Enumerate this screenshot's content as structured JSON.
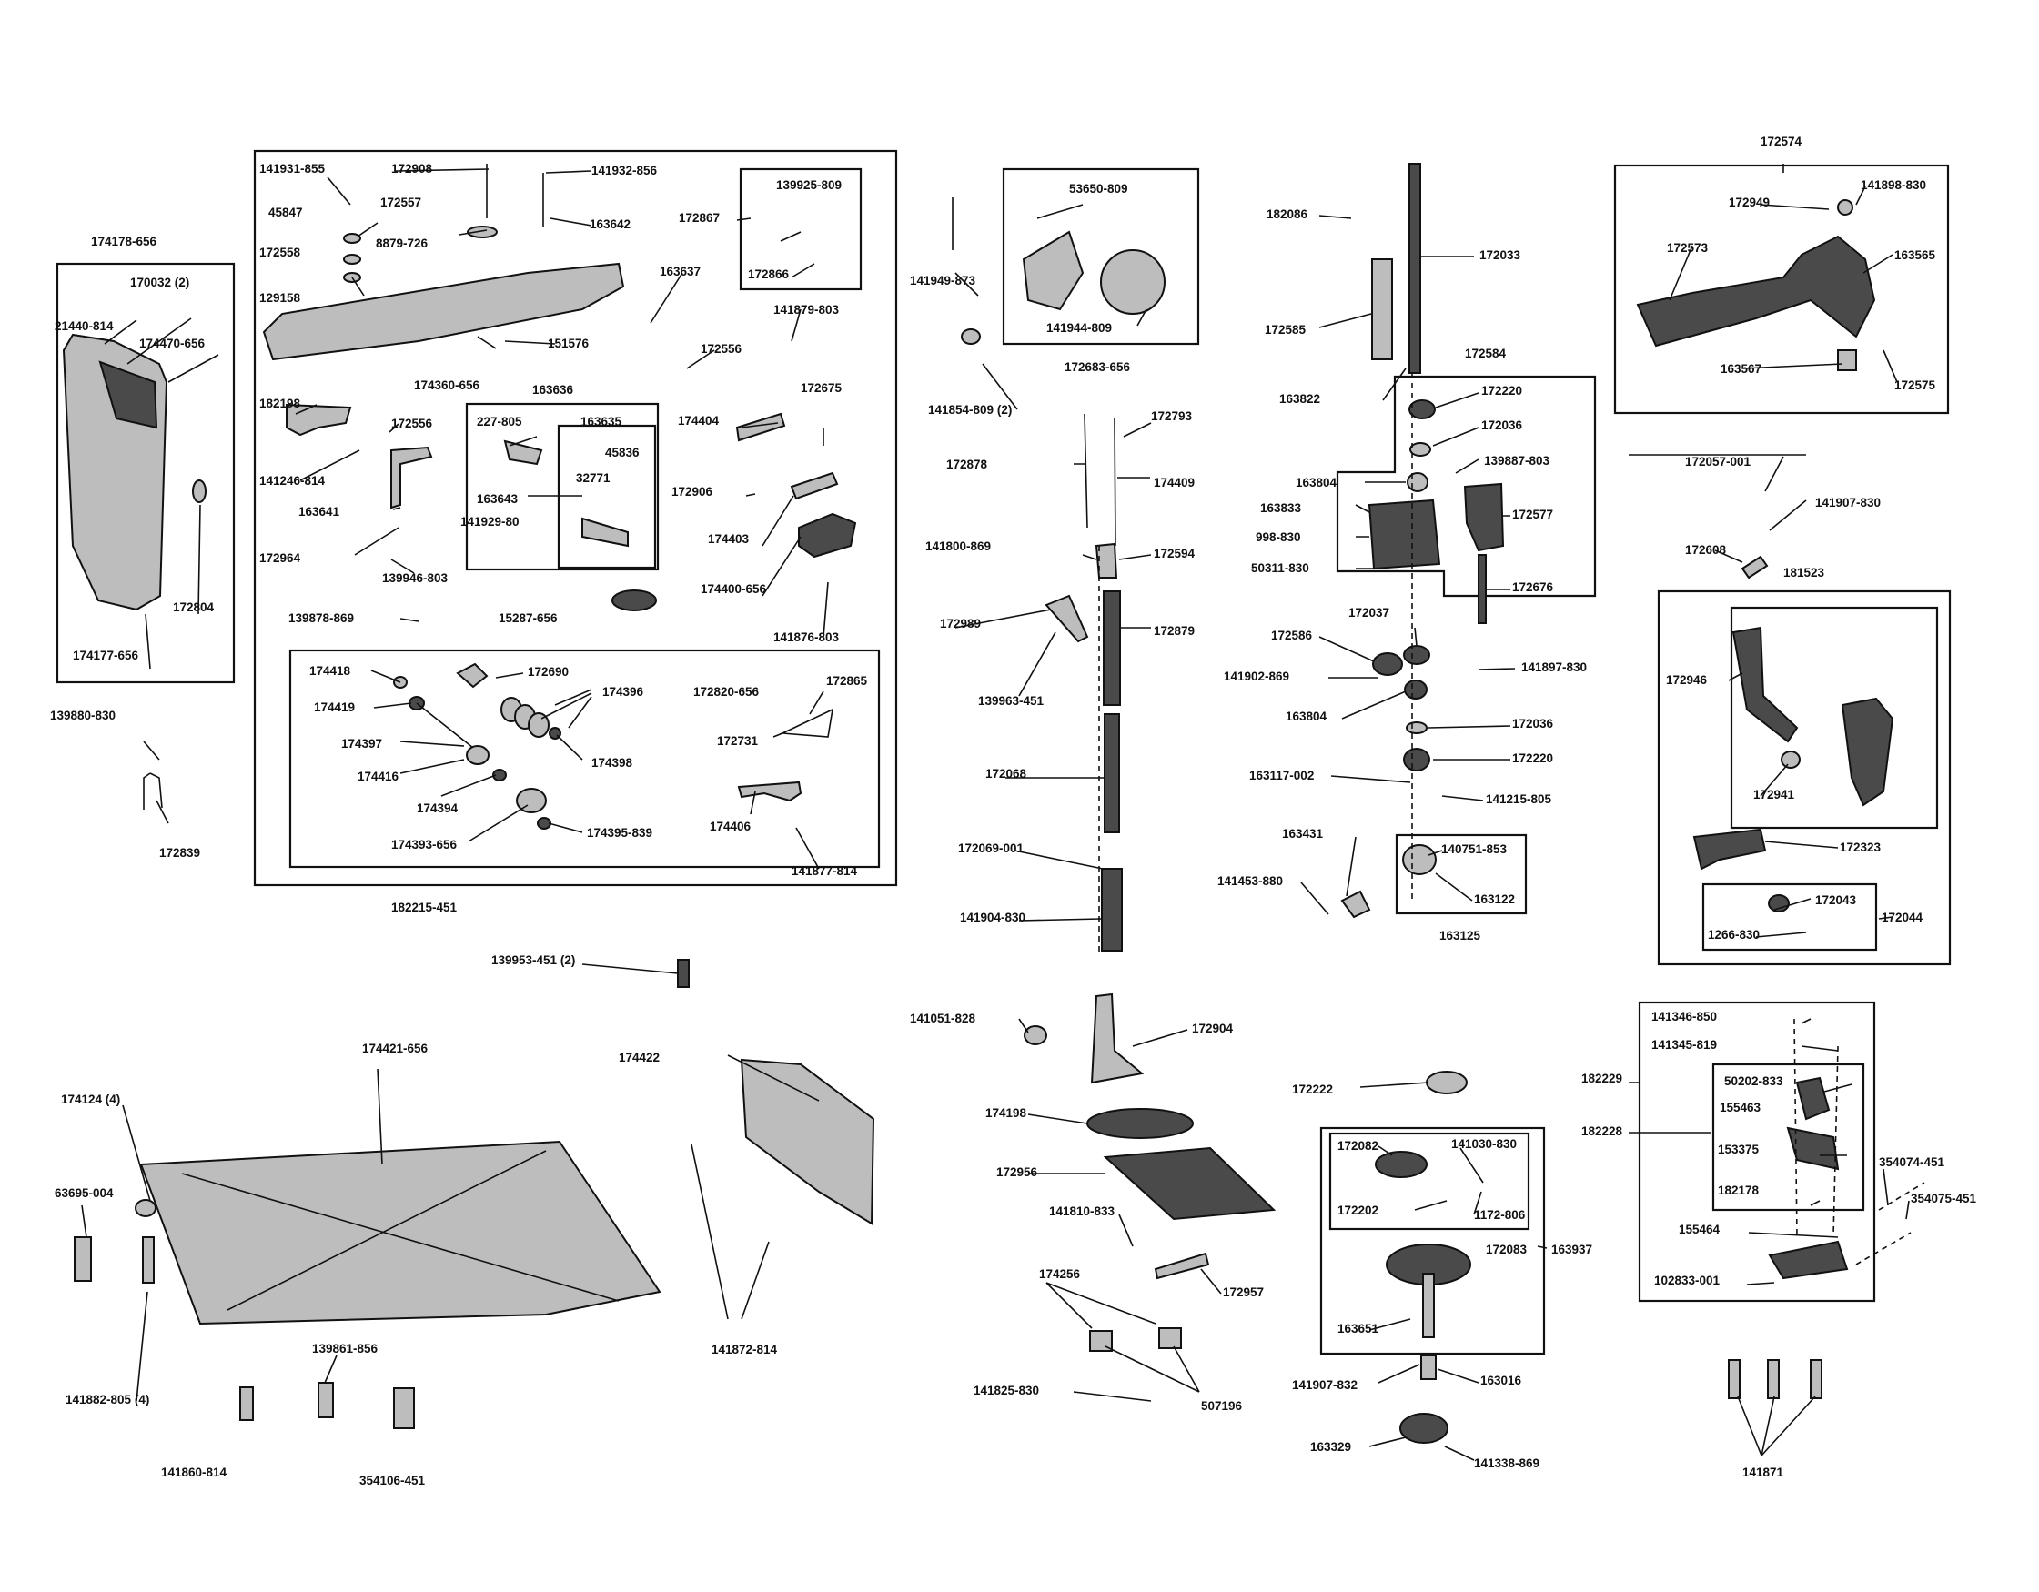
{
  "labels": [
    "174178-656",
    "170032 (2)",
    "21440-814",
    "174470-656",
    "172804",
    "174177-656",
    "139880-830",
    "172839",
    "141931-855",
    "172908",
    "141932-856",
    "45847",
    "172557",
    "172558",
    "8879-726",
    "163642",
    "129158",
    "172867",
    "139925-809",
    "172866",
    "163637",
    "141879-803",
    "151576",
    "172556",
    "174360-656",
    "182198",
    "172556",
    "163636",
    "227-805",
    "163635",
    "45836",
    "32771",
    "163643",
    "174404",
    "172675",
    "141246-814",
    "163641",
    "141929-80",
    "172906",
    "174403",
    "172964",
    "139946-803",
    "174400-656",
    "139878-869",
    "15287-656",
    "141876-803",
    "174418",
    "172690",
    "174396",
    "172820-656",
    "172865",
    "174419",
    "174397",
    "174398",
    "172731",
    "174416",
    "174394",
    "174406",
    "174393-656",
    "174395-839",
    "141877-814",
    "182215-451",
    "139953-451 (2)",
    "141949-873",
    "53650-809",
    "141944-809",
    "172683-656",
    "141854-809 (2)",
    "172878",
    "172793",
    "174409",
    "141800-869",
    "172594",
    "172989",
    "172879",
    "139963-451",
    "172068",
    "172069-001",
    "141904-830",
    "182086",
    "172033",
    "172585",
    "163822",
    "172584",
    "172220",
    "172036",
    "139887-803",
    "163804",
    "163833",
    "998-830",
    "172577",
    "50311-830",
    "172676",
    "172037",
    "172586",
    "141897-830",
    "141902-869",
    "163804",
    "172036",
    "172220",
    "163117-002",
    "141215-805",
    "163431",
    "140751-853",
    "141453-880",
    "163122",
    "163125",
    "172574",
    "172949",
    "141898-830",
    "172573",
    "163565",
    "163567",
    "172575",
    "172057-001",
    "141907-830",
    "172608",
    "181523",
    "172946",
    "172941",
    "172323",
    "172043",
    "1266-830",
    "172044",
    "174421-656",
    "174124 (4)",
    "174422",
    "63695-004",
    "141882-805 (4)",
    "139861-856",
    "141860-814",
    "354106-451",
    "141872-814",
    "141051-828",
    "172904",
    "174198",
    "172956",
    "141810-833",
    "172957",
    "174256",
    "507196",
    "141825-830",
    "172222",
    "172082",
    "141030-830",
    "172202",
    "1172-806",
    "172083",
    "163937",
    "163651",
    "141907-832",
    "163016",
    "163329",
    "141338-869",
    "141346-850",
    "141345-819",
    "182229",
    "50202-833",
    "155463",
    "182228",
    "153375",
    "354074-451",
    "182178",
    "354075-451",
    "155464",
    "102833-001",
    "141871"
  ]
}
